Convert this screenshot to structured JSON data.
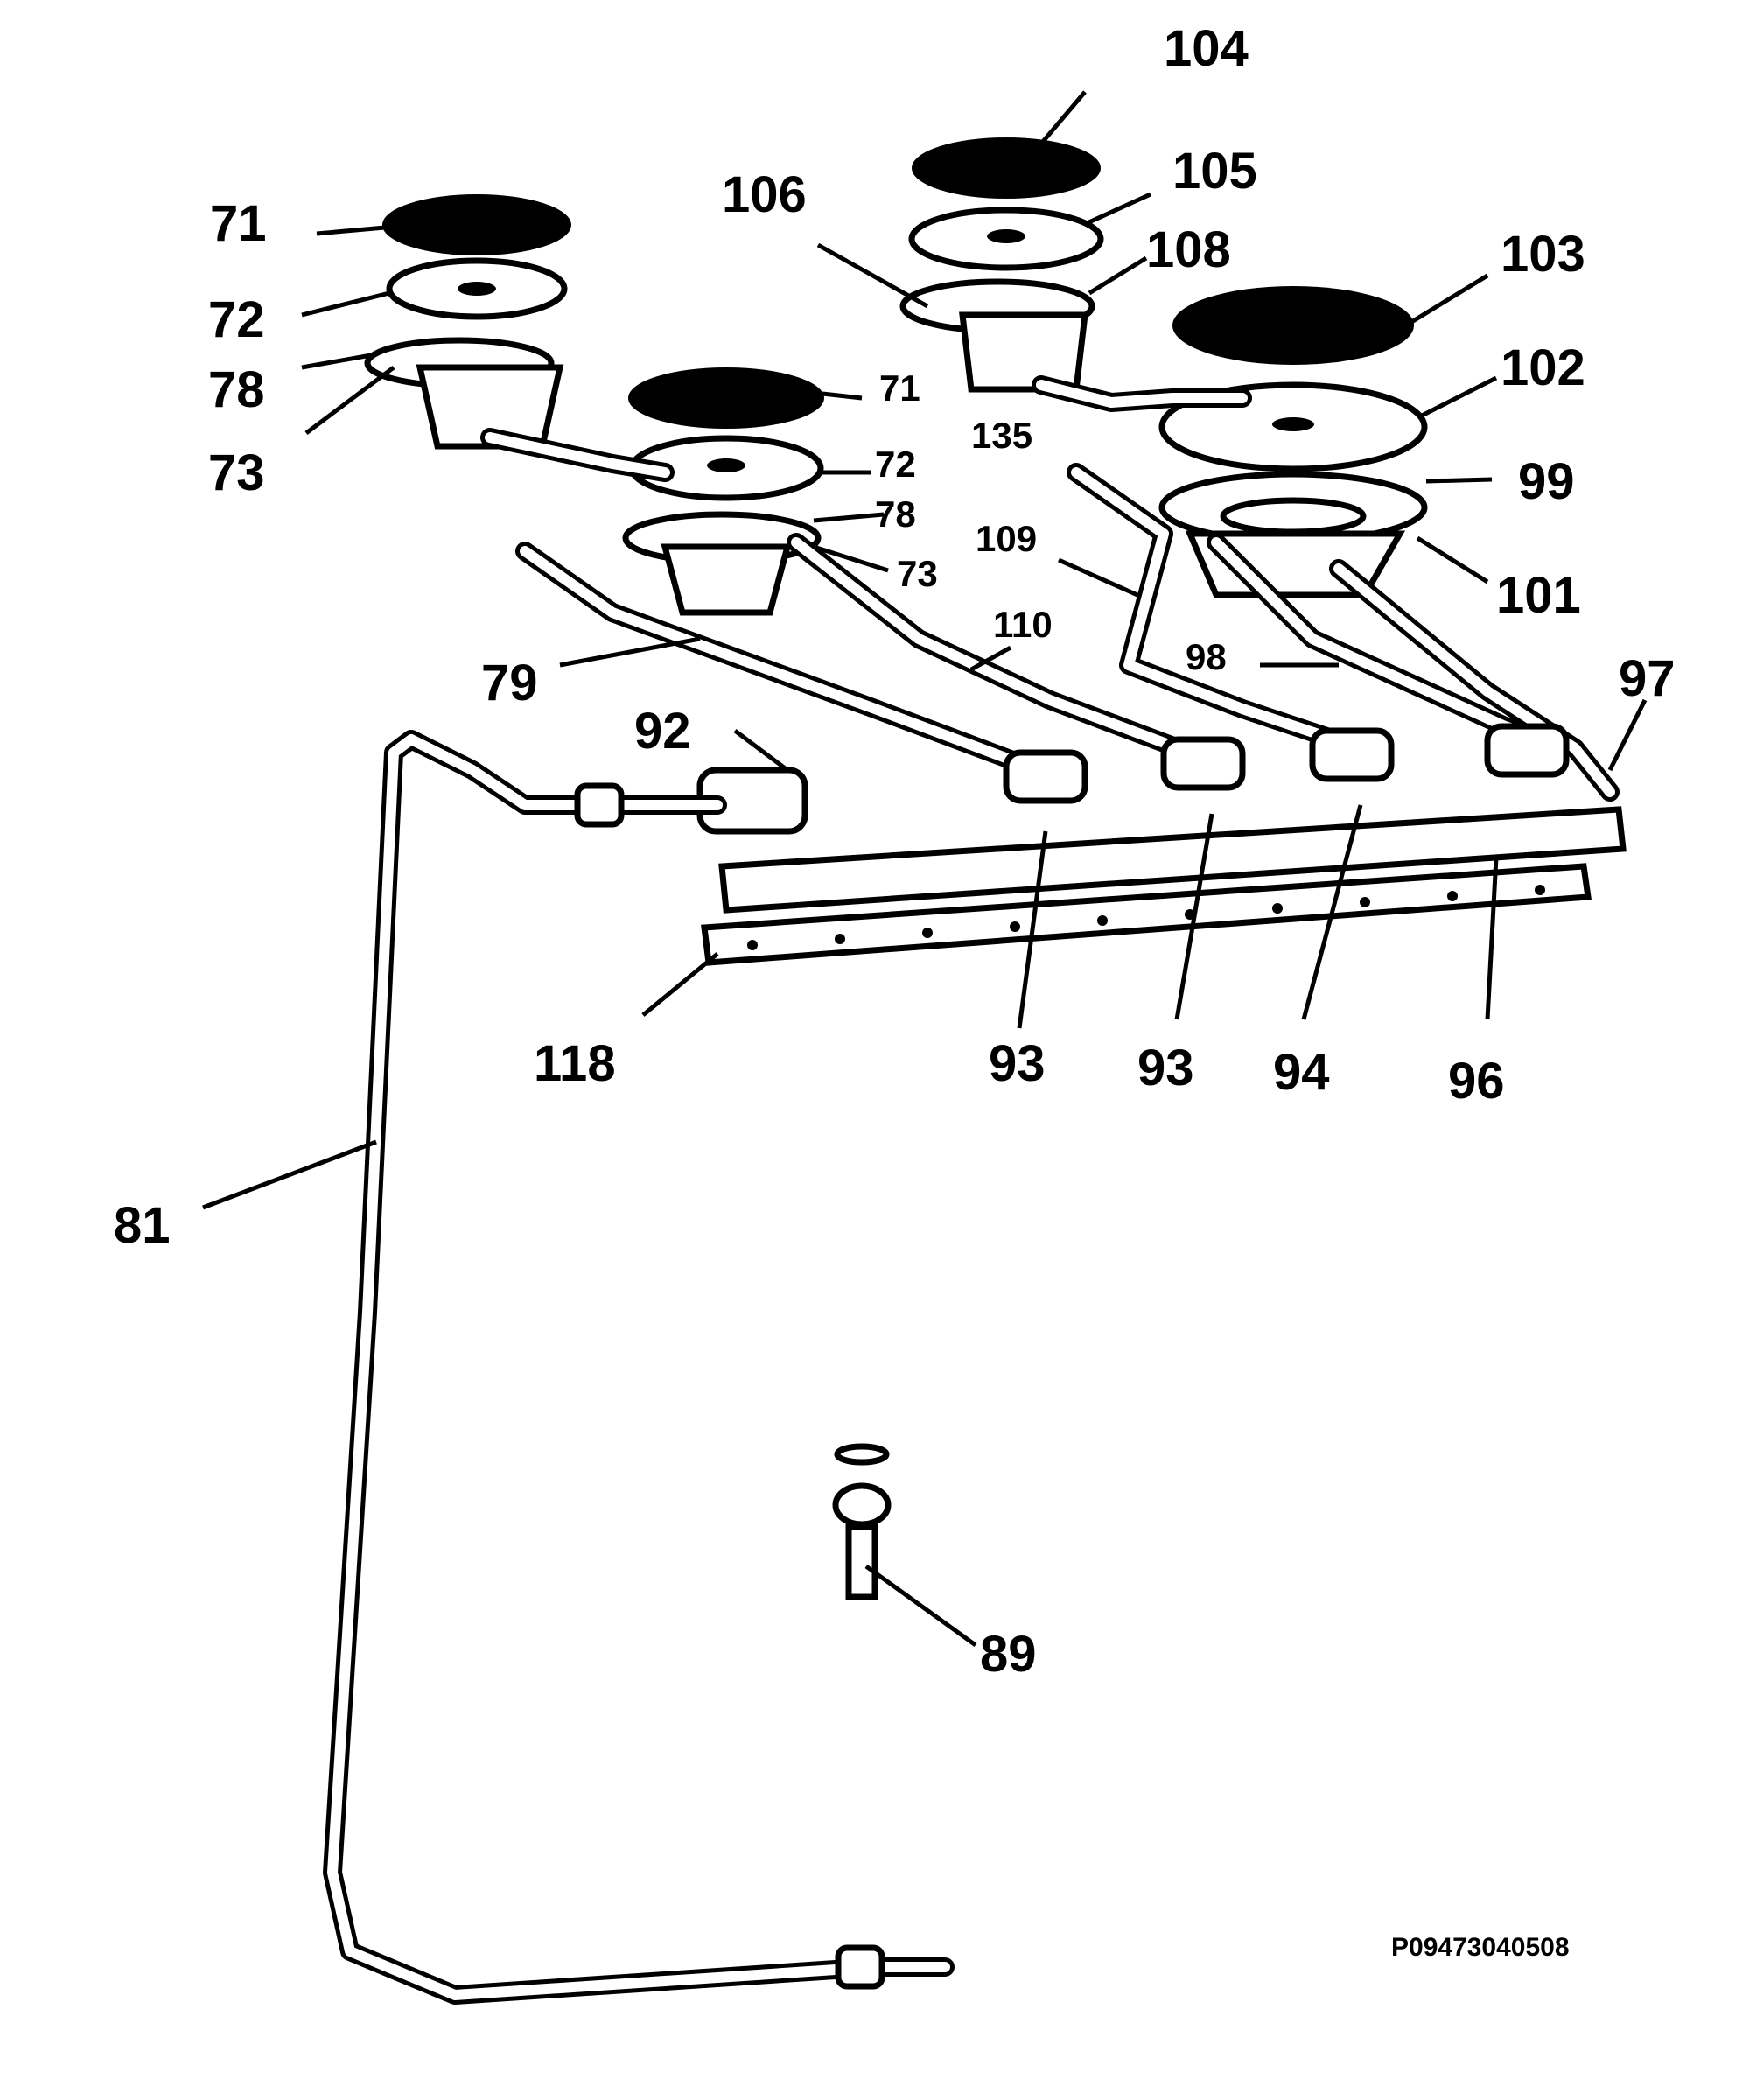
{
  "diagram": {
    "drawing_code": "P09473040508",
    "callouts": {
      "c71a": "71",
      "c72a": "72",
      "c78a": "78",
      "c73a": "73",
      "c71b": "71",
      "c72b": "72",
      "c78b": "78",
      "c73b": "73",
      "c104": "104",
      "c105": "105",
      "c106": "106",
      "c108": "108",
      "c103": "103",
      "c102": "102",
      "c135": "135",
      "c99": "99",
      "c109": "109",
      "c101": "101",
      "c110": "110",
      "c98": "98",
      "c97": "97",
      "c79": "79",
      "c92": "92",
      "c118": "118",
      "c93a": "93",
      "c93b": "93",
      "c94": "94",
      "c96": "96",
      "c81": "81",
      "c89": "89"
    }
  }
}
